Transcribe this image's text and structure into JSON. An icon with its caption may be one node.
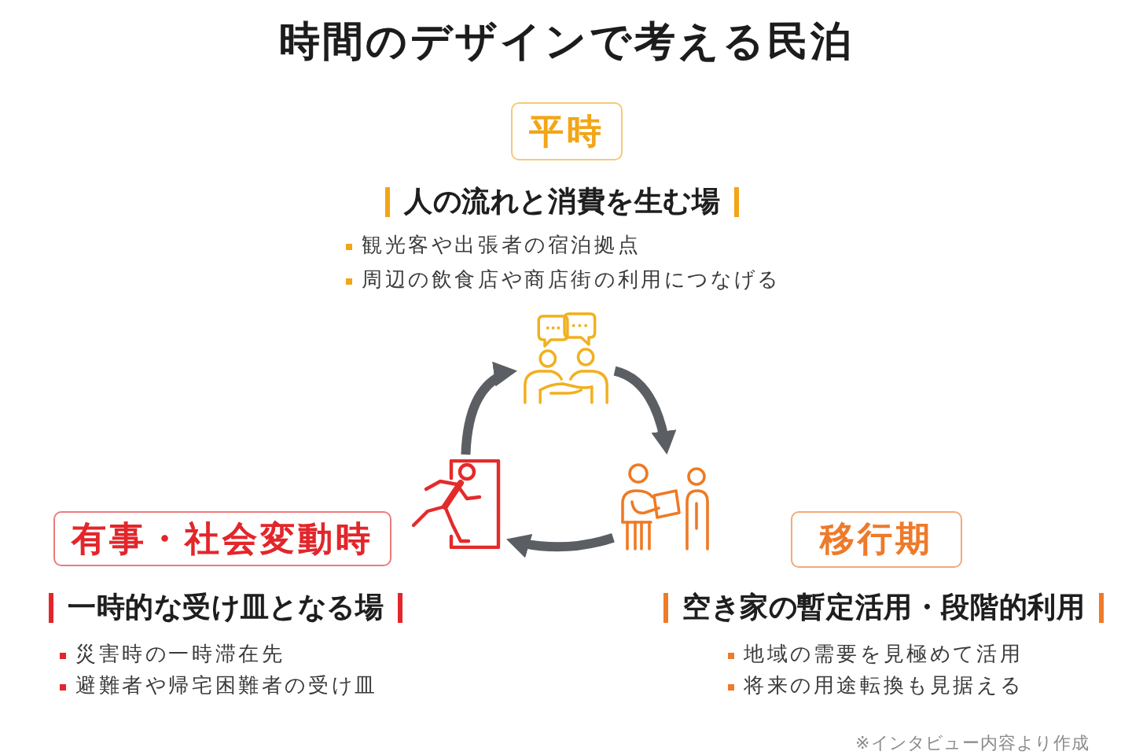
{
  "diagram": {
    "title": "時間のデザインで考える民泊",
    "nodes": [
      {
        "text": [
          "平時"
        ],
        "beside": [
          "人の流れと消費を生む場",
          "観光客や出張者の宿泊拠点",
          "周辺の飲食店や商店街の利用につなげる"
        ]
      },
      {
        "text": [],
        "shape": "picture"
      },
      {
        "text": [],
        "shape": "picture"
      },
      {
        "text": [],
        "shape": "picture"
      },
      {
        "text": [
          "有事・社会変動時"
        ],
        "beside": [
          "一時的な受け皿となる場",
          "災害時の一時滞在先",
          "避難者や帰宅困難者の受け皿"
        ]
      },
      {
        "text": [
          "移行期"
        ],
        "beside": [
          "空き家の暫定活用・段階的利用",
          "地域の需要を見極めて活用",
          "将来の用途転換も見据える"
        ]
      }
    ],
    "edges": [
      {
        "from": 1,
        "to": 3,
        "arrow": "to"
      },
      {
        "from": 3,
        "to": 2,
        "arrow": "to"
      },
      {
        "from": 2,
        "to": 1,
        "arrow": "to"
      }
    ],
    "labels": [
      "※インタビュー内容より作成"
    ]
  }
}
